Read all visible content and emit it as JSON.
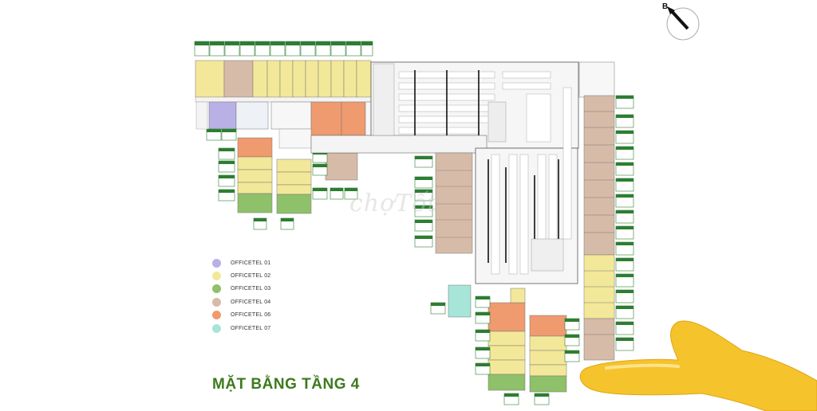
{
  "title": "MẶT BẰNG TẦNG 4",
  "compass_label": "B",
  "watermark": "chợTốt",
  "legend": [
    {
      "label": "OFFICETEL 01",
      "color": "#b9b0e6"
    },
    {
      "label": "OFFICETEL 02",
      "color": "#f3e899"
    },
    {
      "label": "OFFICETEL 03",
      "color": "#8fc06a"
    },
    {
      "label": "OFFICETEL 04",
      "color": "#d7bba9"
    },
    {
      "label": "OFFICETEL 06",
      "color": "#ef9a6f"
    },
    {
      "label": "OFFICETEL 07",
      "color": "#a7e5d8"
    }
  ],
  "colors": {
    "officetel_01": "#b9b0e6",
    "officetel_02": "#f3e899",
    "officetel_03": "#8fc06a",
    "officetel_04": "#d7bba9",
    "officetel_06": "#ef9a6f",
    "officetel_07": "#a7e5d8",
    "label_green": "#2e7d32",
    "title_green": "#3d7a1e",
    "hand": "#f5c32c"
  }
}
